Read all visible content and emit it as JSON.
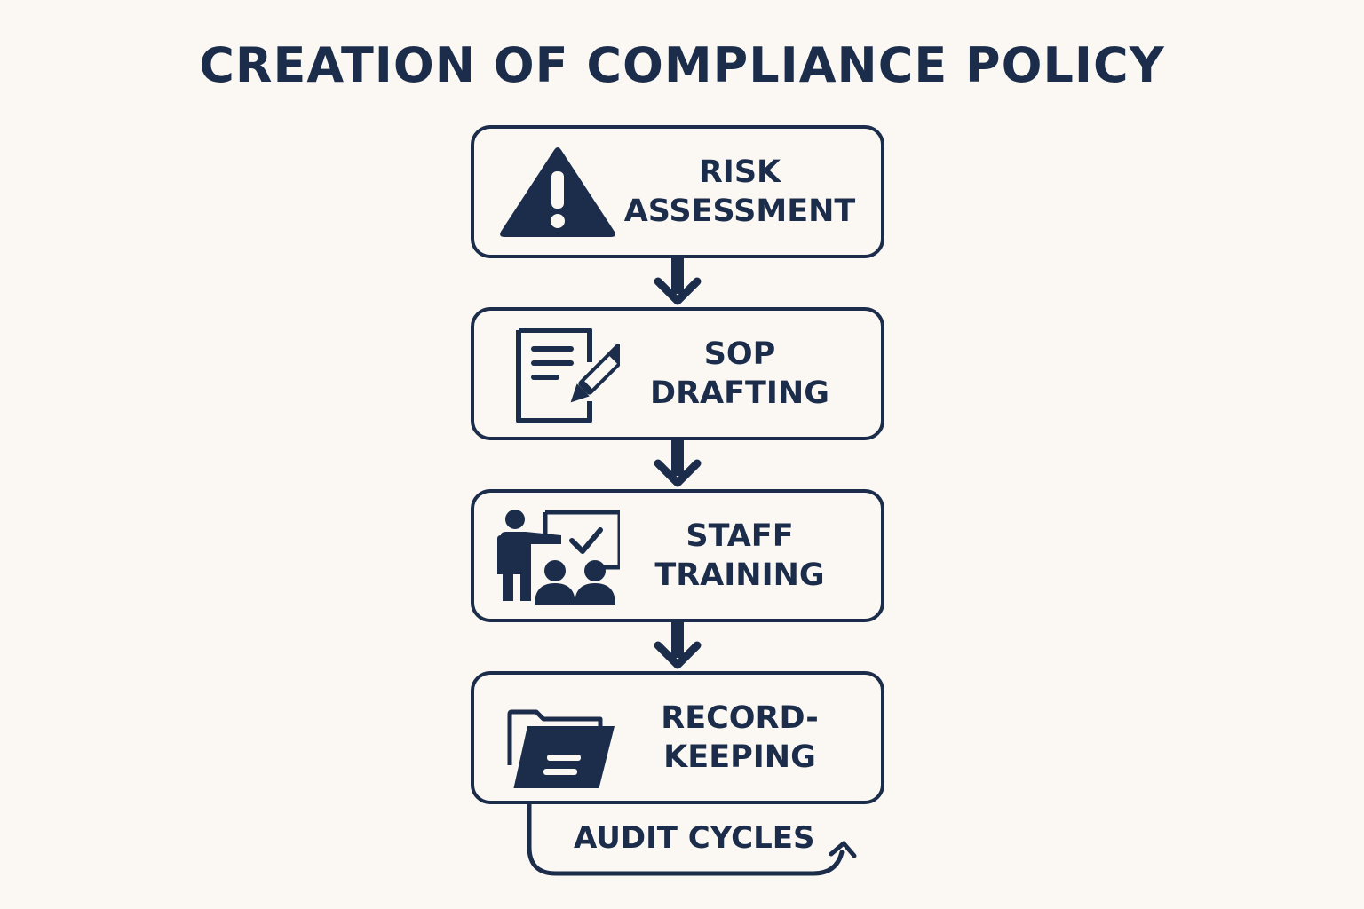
{
  "title": "CREATION OF COMPLIANCE POLICY",
  "colors": {
    "ink": "#1b2d4a",
    "background": "#fbf8f3"
  },
  "steps": [
    {
      "line1": "RISK",
      "line2": "ASSESSMENT",
      "icon": "warning-icon"
    },
    {
      "line1": "SOP",
      "line2": "DRAFTING",
      "icon": "document-edit-icon"
    },
    {
      "line1": "STAFF",
      "line2": "TRAINING",
      "icon": "training-icon"
    },
    {
      "line1": "RECORD-",
      "line2": "KEEPING",
      "icon": "folder-icon"
    }
  ],
  "loop": {
    "label": "AUDIT CYCLES",
    "icon": "loop-arrow-icon"
  }
}
